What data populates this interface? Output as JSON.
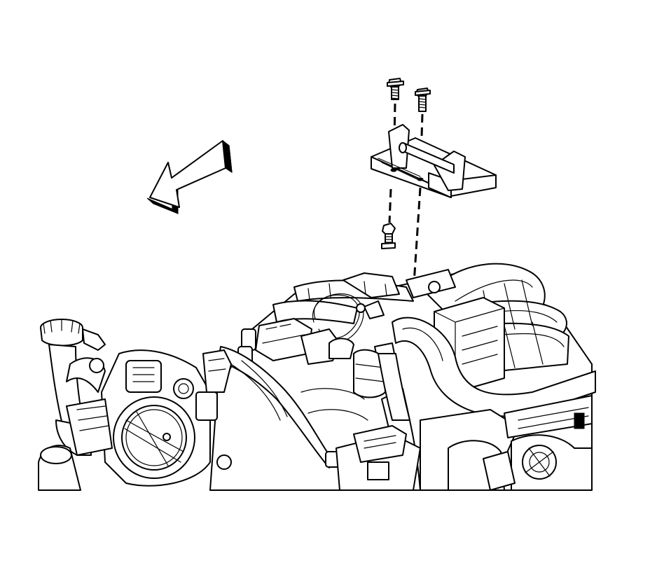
{
  "figure": {
    "parts": {
      "direction_arrow": "front-of-vehicle-arrow",
      "bolts": [
        "bracket-bolt-left",
        "bracket-bolt-right"
      ],
      "stud": "mounting-stud",
      "bracket": "mounting-bracket",
      "assembly": "engine-intake-assembly"
    },
    "colors": {
      "line": "#000000",
      "fill": "#ffffff"
    }
  }
}
